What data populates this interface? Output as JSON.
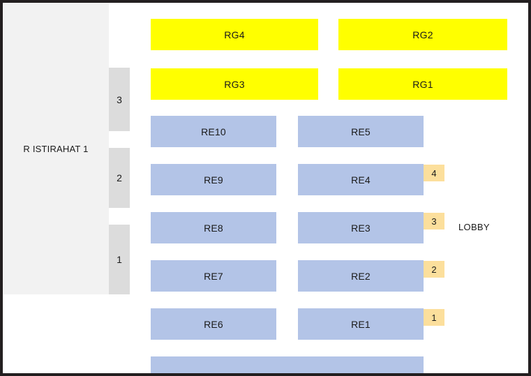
{
  "floorplan": {
    "title": "Floor plan seating layout",
    "colors": {
      "frame": "#231f20",
      "rest_panel": "#f2f2f2",
      "floor_block": "#dcdcdc",
      "room_yellow": "#ffff00",
      "room_blue": "#b3c4e7",
      "badge_orange": "#fcdf9c",
      "text": "#1a1a1a",
      "background": "#ffffff"
    },
    "rest_area": {
      "label": "R ISTIRAHAT 1"
    },
    "floor_blocks": [
      {
        "label": "3"
      },
      {
        "label": "2"
      },
      {
        "label": "1"
      }
    ],
    "yellow_rooms": [
      {
        "label": "RG4"
      },
      {
        "label": "RG2"
      },
      {
        "label": "RG3"
      },
      {
        "label": "RG1"
      }
    ],
    "blue_rooms_left": [
      {
        "label": "RE10"
      },
      {
        "label": "RE9"
      },
      {
        "label": "RE8"
      },
      {
        "label": "RE7"
      },
      {
        "label": "RE6"
      }
    ],
    "blue_rooms_right": [
      {
        "label": "RE5"
      },
      {
        "label": "RE4"
      },
      {
        "label": "RE3"
      },
      {
        "label": "RE2"
      },
      {
        "label": "RE1"
      }
    ],
    "badges": [
      {
        "label": "4"
      },
      {
        "label": "3"
      },
      {
        "label": "2"
      },
      {
        "label": "1"
      }
    ],
    "lobby": {
      "label": "LOBBY"
    }
  }
}
